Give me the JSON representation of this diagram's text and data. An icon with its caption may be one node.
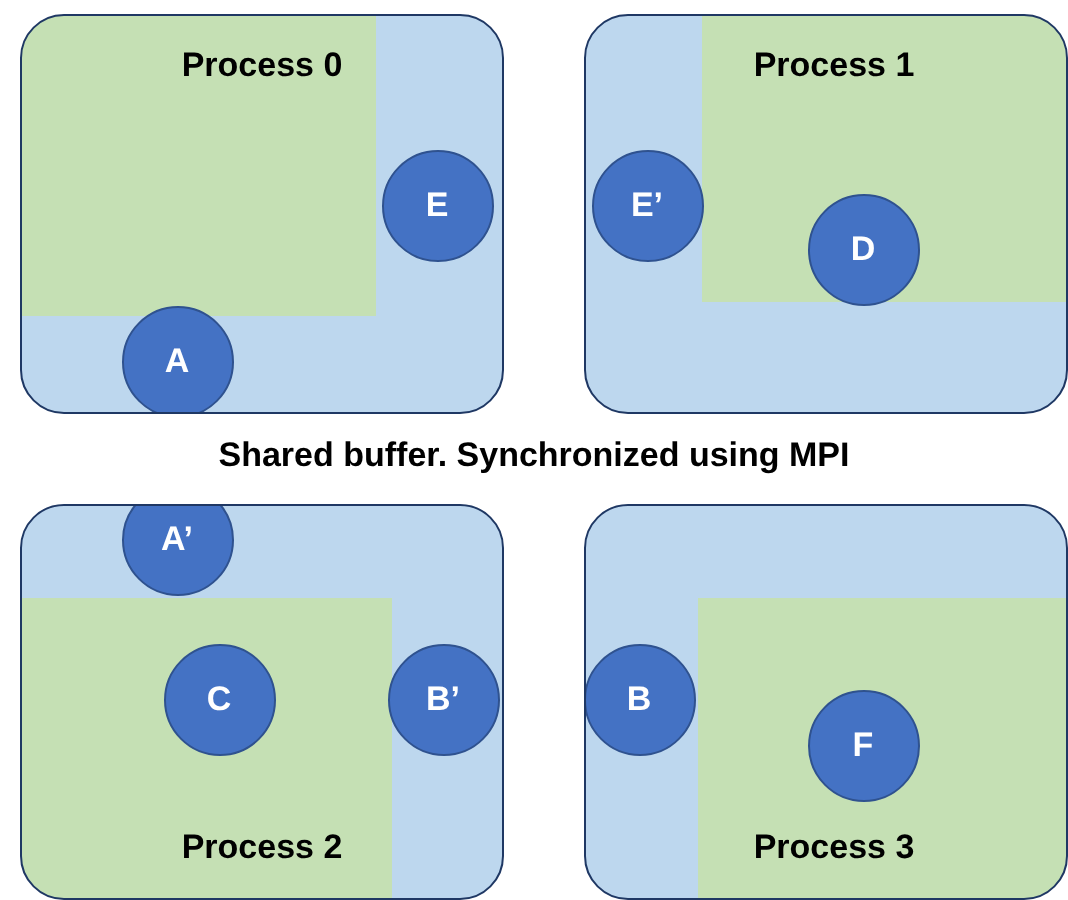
{
  "diagram": {
    "nodes": [
      {
        "text": [
          "Process 0"
        ]
      },
      {
        "text": [
          "E"
        ],
        "in": 0
      },
      {
        "text": [
          "A"
        ],
        "in": 0
      },
      {
        "text": [
          "Process 1"
        ]
      },
      {
        "text": [
          "E’"
        ],
        "in": 3
      },
      {
        "text": [
          "D"
        ],
        "in": 3
      },
      {
        "text": [
          "Process 2"
        ]
      },
      {
        "text": [
          "A’"
        ],
        "in": 6
      },
      {
        "text": [
          "C"
        ],
        "in": 6
      },
      {
        "text": [
          "B’"
        ],
        "in": 6
      },
      {
        "text": [
          "Process 3"
        ]
      },
      {
        "text": [
          "B"
        ],
        "in": 10
      },
      {
        "text": [
          "F"
        ],
        "in": 10
      }
    ],
    "labels": [
      "Shared buffer. Synchronized using MPI"
    ]
  }
}
